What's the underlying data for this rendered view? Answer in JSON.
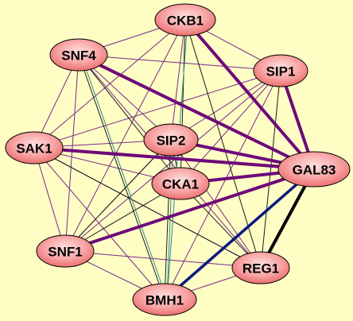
{
  "nodes": [
    {
      "id": "CKB1",
      "label": "CKB1"
    },
    {
      "id": "SNF4",
      "label": "SNF4"
    },
    {
      "id": "SIP1",
      "label": "SIP1"
    },
    {
      "id": "SIP2",
      "label": "SIP2"
    },
    {
      "id": "SAK1",
      "label": "SAK1"
    },
    {
      "id": "GAL83",
      "label": "GAL83"
    },
    {
      "id": "CKA1",
      "label": "CKA1"
    },
    {
      "id": "SNF1",
      "label": "SNF1"
    },
    {
      "id": "REG1",
      "label": "REG1"
    },
    {
      "id": "BMH1",
      "label": "BMH1"
    }
  ],
  "edges": [
    {
      "from": "CKB1",
      "to": "GAL83",
      "type": "strong"
    },
    {
      "from": "SNF4",
      "to": "GAL83",
      "type": "strong"
    },
    {
      "from": "SIP1",
      "to": "GAL83",
      "type": "strong"
    },
    {
      "from": "SIP2",
      "to": "GAL83",
      "type": "strong"
    },
    {
      "from": "SAK1",
      "to": "GAL83",
      "type": "strong"
    },
    {
      "from": "CKA1",
      "to": "GAL83",
      "type": "strong"
    },
    {
      "from": "SNF1",
      "to": "GAL83",
      "type": "strong"
    },
    {
      "from": "GAL83",
      "to": "BMH1",
      "type": "blue"
    },
    {
      "from": "GAL83",
      "to": "REG1",
      "type": "black_thick"
    },
    {
      "from": "CKB1",
      "to": "SNF4",
      "type": "thin"
    },
    {
      "from": "CKB1",
      "to": "SIP2",
      "type": "thin"
    },
    {
      "from": "CKB1",
      "to": "SAK1",
      "type": "thin"
    },
    {
      "from": "CKB1",
      "to": "SNF1",
      "type": "thin"
    },
    {
      "from": "CKB1",
      "to": "SIP1",
      "type": "thin"
    },
    {
      "from": "SNF4",
      "to": "SIP1",
      "type": "thin"
    },
    {
      "from": "SNF4",
      "to": "SIP2",
      "type": "thin"
    },
    {
      "from": "SNF4",
      "to": "SAK1",
      "type": "thin"
    },
    {
      "from": "SNF4",
      "to": "SNF1",
      "type": "thin"
    },
    {
      "from": "SNF4",
      "to": "REG1",
      "type": "thin"
    },
    {
      "from": "SIP1",
      "to": "SIP2",
      "type": "thin"
    },
    {
      "from": "SIP1",
      "to": "SAK1",
      "type": "thin"
    },
    {
      "from": "SIP1",
      "to": "SNF1",
      "type": "thin"
    },
    {
      "from": "SIP1",
      "to": "CKA1",
      "type": "thin"
    },
    {
      "from": "SIP1",
      "to": "BMH1",
      "type": "thin"
    },
    {
      "from": "SIP2",
      "to": "SAK1",
      "type": "thin"
    },
    {
      "from": "SIP2",
      "to": "SNF1",
      "type": "thin"
    },
    {
      "from": "SIP2",
      "to": "REG1",
      "type": "thin"
    },
    {
      "from": "SAK1",
      "to": "SNF1",
      "type": "thin"
    },
    {
      "from": "SAK1",
      "to": "BMH1",
      "type": "thin"
    },
    {
      "from": "SAK1",
      "to": "REG1",
      "type": "thin"
    },
    {
      "from": "SNF1",
      "to": "BMH1",
      "type": "thin"
    },
    {
      "from": "SNF1",
      "to": "REG1",
      "type": "thin"
    },
    {
      "from": "BMH1",
      "to": "REG1",
      "type": "thin"
    },
    {
      "from": "CKA1",
      "to": "SAK1",
      "type": "thin"
    },
    {
      "from": "CKB1",
      "to": "CKA1",
      "type": "thin_black"
    },
    {
      "from": "CKB1",
      "to": "REG1",
      "type": "thin_black"
    },
    {
      "from": "SNF4",
      "to": "CKA1",
      "type": "thin_black"
    },
    {
      "from": "SNF4",
      "to": "BMH1",
      "type": "thin_black"
    },
    {
      "from": "SIP1",
      "to": "REG1",
      "type": "thin_black"
    },
    {
      "from": "SIP2",
      "to": "CKA1",
      "type": "thin_black"
    },
    {
      "from": "SIP2",
      "to": "SNF1",
      "type": "thin_black"
    },
    {
      "from": "SIP2",
      "to": "BMH1",
      "type": "thin_black"
    },
    {
      "from": "SAK1",
      "to": "REG1",
      "type": "thin_black"
    },
    {
      "from": "CKA1",
      "to": "SNF1",
      "type": "thin_black"
    },
    {
      "from": "CKA1",
      "to": "REG1",
      "type": "thin_black"
    },
    {
      "from": "CKB1",
      "to": "BMH1",
      "type": "teal"
    },
    {
      "from": "SNF4",
      "to": "BMH1",
      "type": "teal"
    },
    {
      "from": "SIP2",
      "to": "BMH1",
      "type": "teal"
    }
  ],
  "colors": {
    "background": "#fdfdc4",
    "node_fill_center": "#ffd6d6",
    "node_fill_edge": "#f07b7b",
    "node_stroke": "#000000",
    "edge_strong": "#6e0a7a",
    "edge_thin": "#7a2a8a",
    "edge_thin_black": "#1a1a1a",
    "edge_blue": "#0a1a80",
    "edge_black_thick": "#000000",
    "edge_teal": "#2c8a8a"
  }
}
